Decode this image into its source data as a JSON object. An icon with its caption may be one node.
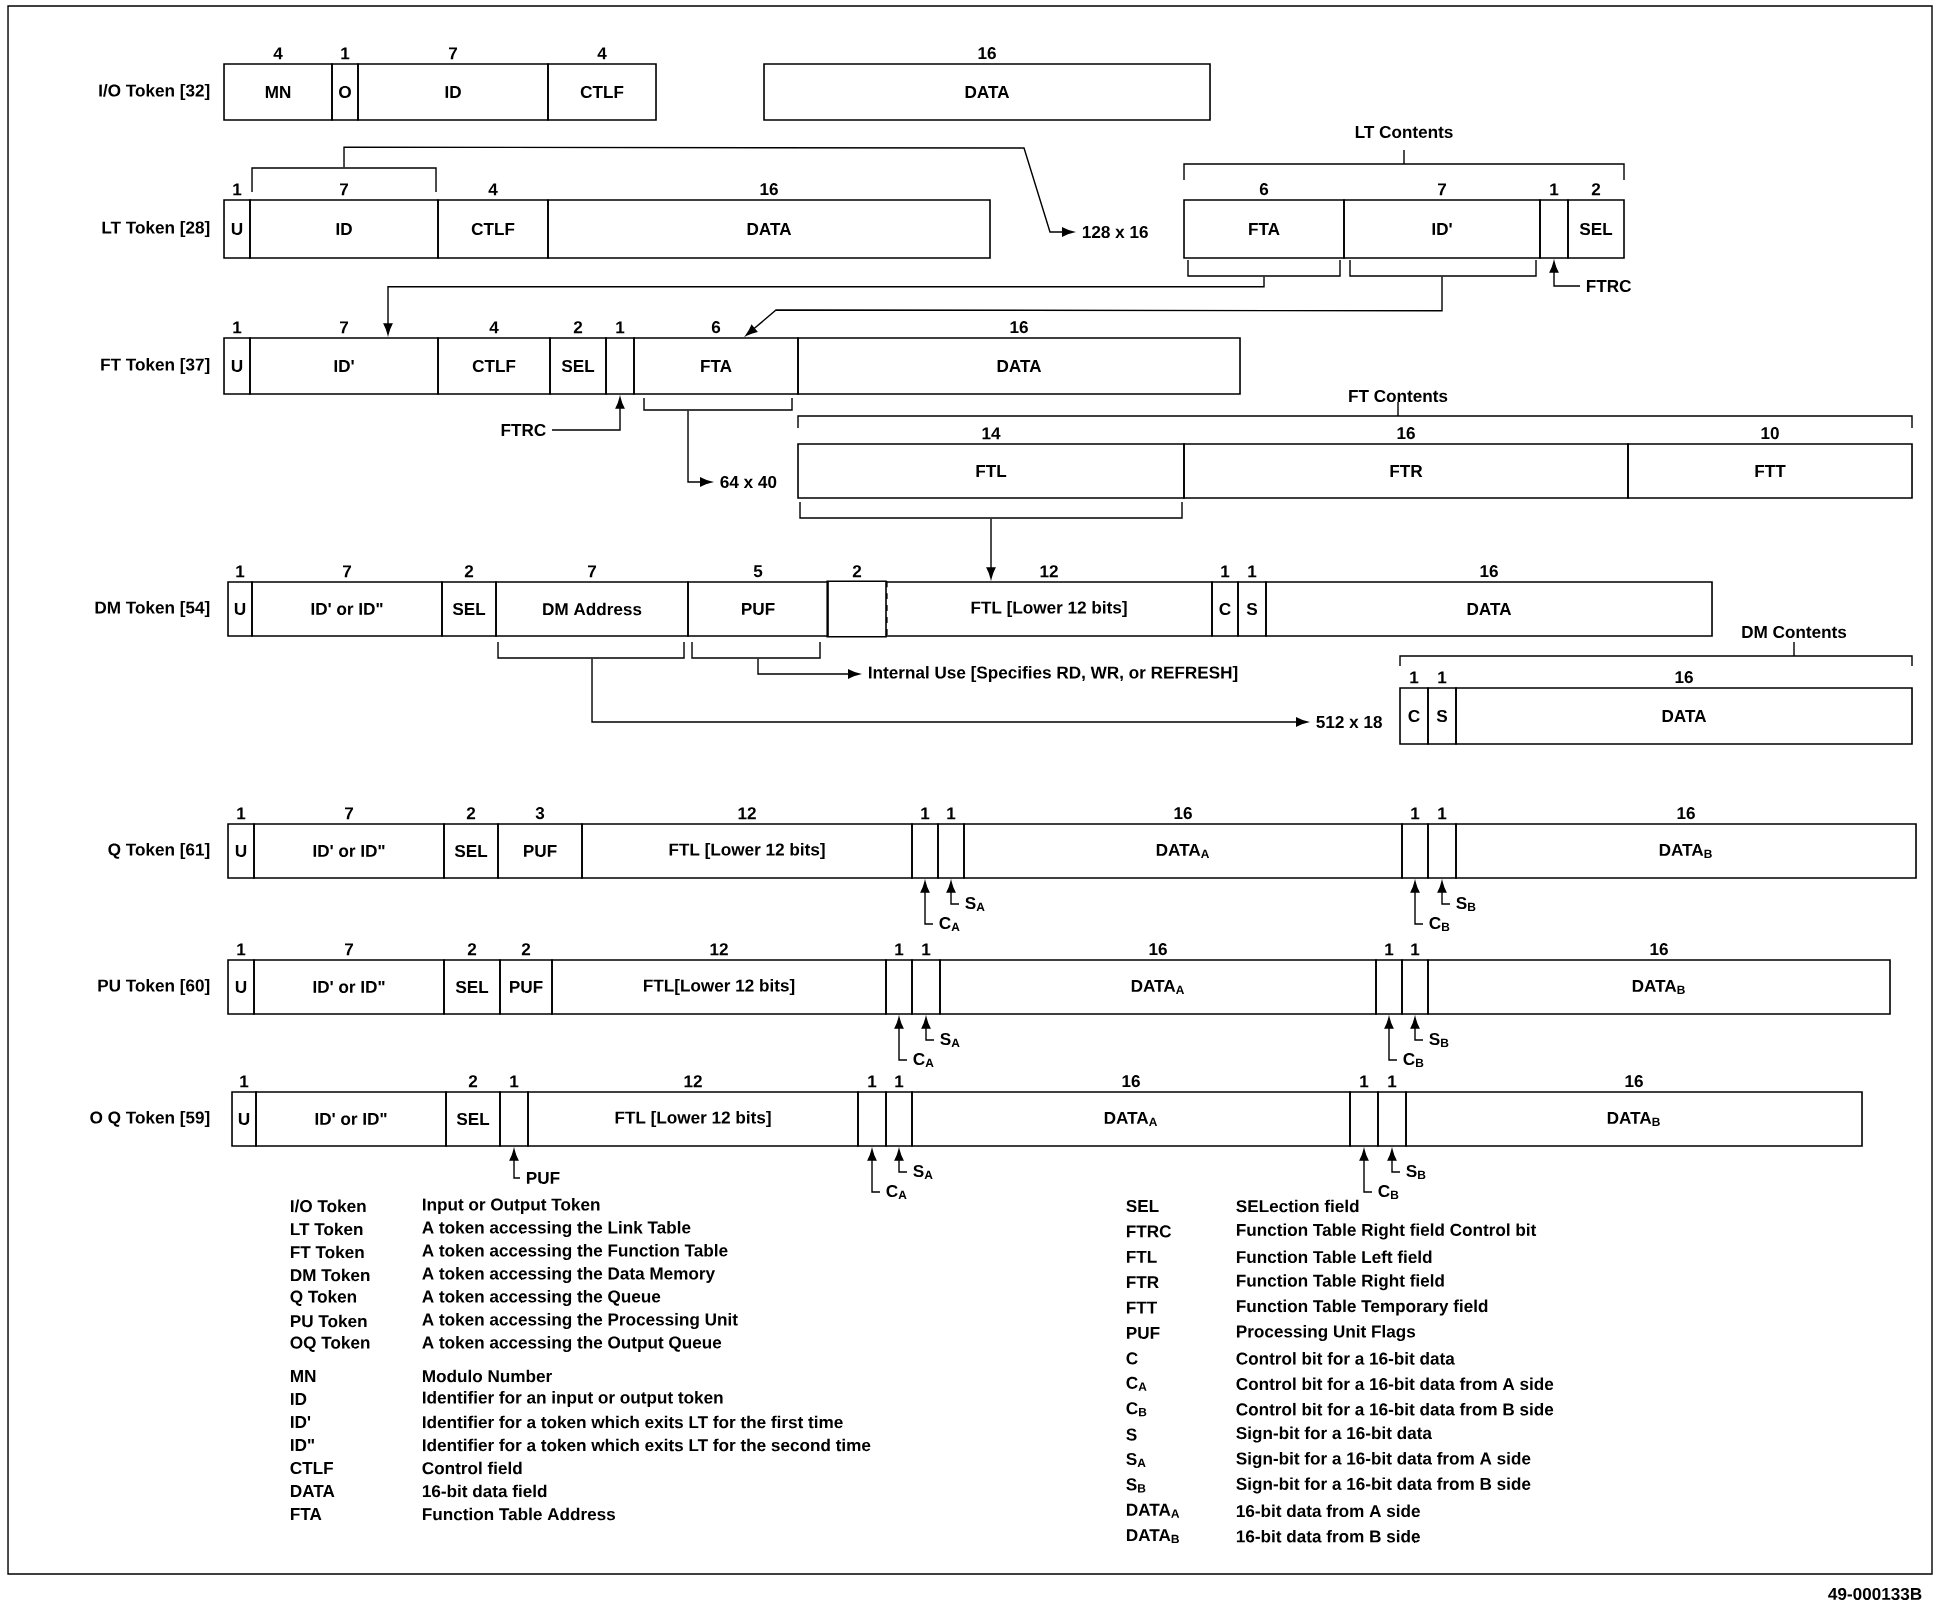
{
  "diagram": {
    "nodes": [
      {
        "text": [
          "MN"
        ],
        "beside": [
          "4"
        ]
      },
      {
        "text": [
          "O"
        ],
        "beside": [
          "1"
        ]
      },
      {
        "text": [
          "ID"
        ],
        "beside": [
          "7"
        ]
      },
      {
        "text": [
          "CTLF"
        ],
        "beside": [
          "4"
        ]
      },
      {
        "text": [
          "DATA"
        ],
        "beside": [
          "16"
        ]
      },
      {
        "text": [
          "U"
        ],
        "beside": [
          "1"
        ]
      },
      {
        "text": [
          "ID"
        ],
        "beside": [
          "7"
        ]
      },
      {
        "text": [
          "CTLF"
        ],
        "beside": [
          "4"
        ]
      },
      {
        "text": [
          "DATA"
        ],
        "beside": [
          "16"
        ]
      },
      {
        "text": [
          "128 x 16"
        ]
      },
      {
        "text": [
          "FTA"
        ],
        "beside": [
          "6"
        ]
      },
      {
        "text": [
          "ID'"
        ],
        "beside": [
          "7"
        ]
      },
      {
        "text": [],
        "shape": "box",
        "beside": [
          "1"
        ]
      },
      {
        "text": [
          "SEL"
        ],
        "beside": [
          "2"
        ]
      },
      {
        "text": [
          "FTRC"
        ]
      },
      {
        "text": [
          "U"
        ],
        "beside": [
          "1"
        ]
      },
      {
        "text": [
          "ID'"
        ],
        "beside": [
          "7"
        ]
      },
      {
        "text": [
          "CTLF"
        ],
        "beside": [
          "4"
        ]
      },
      {
        "text": [
          "SEL"
        ],
        "beside": [
          "2"
        ]
      },
      {
        "text": [],
        "shape": "box",
        "beside": [
          "1"
        ]
      },
      {
        "text": [
          "FTA"
        ],
        "beside": [
          "6"
        ]
      },
      {
        "text": [
          "DATA"
        ],
        "beside": [
          "16"
        ]
      },
      {
        "text": [
          "FTRC"
        ]
      },
      {
        "text": [
          "64 x 40"
        ]
      },
      {
        "text": [
          "FTL"
        ],
        "beside": [
          "14"
        ]
      },
      {
        "text": [
          "FTR"
        ],
        "beside": [
          "16"
        ]
      },
      {
        "text": [
          "FTT"
        ],
        "beside": [
          "10"
        ]
      },
      {
        "text": [
          "U"
        ],
        "beside": [
          "1"
        ]
      },
      {
        "text": [
          "ID' or ID\""
        ],
        "beside": [
          "7"
        ]
      },
      {
        "text": [
          "SEL"
        ],
        "beside": [
          "2"
        ]
      },
      {
        "text": [
          "DM Address"
        ],
        "beside": [
          "7"
        ]
      },
      {
        "text": [
          "PUF"
        ],
        "beside": [
          "5"
        ]
      },
      {
        "text": [],
        "shape": "box",
        "beside": [
          "2"
        ]
      },
      {
        "text": [
          "FTL [Lower 12 bits]"
        ],
        "beside": [
          "12"
        ]
      },
      {
        "text": [
          "C"
        ],
        "beside": [
          "1"
        ]
      },
      {
        "text": [
          "S"
        ],
        "beside": [
          "1"
        ]
      },
      {
        "text": [
          "DATA"
        ],
        "beside": [
          "16"
        ]
      },
      {
        "text": [
          "Internal Use [Specifies RD, WR, or REFRESH]"
        ]
      },
      {
        "text": [
          "512 x 18"
        ]
      },
      {
        "text": [
          "C"
        ],
        "beside": [
          "1"
        ]
      },
      {
        "text": [
          "S"
        ],
        "beside": [
          "1"
        ]
      },
      {
        "text": [
          "DATA"
        ],
        "beside": [
          "16"
        ]
      },
      {
        "text": [
          "U"
        ],
        "beside": [
          "1"
        ]
      },
      {
        "text": [
          "ID' or ID\""
        ],
        "beside": [
          "7"
        ]
      },
      {
        "text": [
          "SEL"
        ],
        "beside": [
          "2"
        ]
      },
      {
        "text": [
          "PUF"
        ],
        "beside": [
          "3"
        ]
      },
      {
        "text": [
          "FTL [Lower 12 bits]"
        ],
        "beside": [
          "12"
        ]
      },
      {
        "text": [],
        "shape": "box",
        "beside": [
          "1"
        ]
      },
      {
        "text": [],
        "shape": "box",
        "beside": [
          "1"
        ]
      },
      {
        "text": [
          "DATA$_{A}$"
        ],
        "beside": [
          "16"
        ]
      },
      {
        "text": [],
        "shape": "box",
        "beside": [
          "1"
        ]
      },
      {
        "text": [],
        "shape": "box",
        "beside": [
          "1"
        ]
      },
      {
        "text": [
          "DATA$_{B}$"
        ],
        "beside": [
          "16"
        ]
      },
      {
        "text": [
          "S$_{A}$"
        ]
      },
      {
        "text": [
          "C$_{A}$"
        ]
      },
      {
        "text": [
          "S$_{B}$"
        ]
      },
      {
        "text": [
          "C$_{B}$"
        ]
      },
      {
        "text": [
          "U"
        ],
        "beside": [
          "1"
        ]
      },
      {
        "text": [
          "ID' or ID\""
        ],
        "beside": [
          "7"
        ]
      },
      {
        "text": [
          "SEL"
        ],
        "beside": [
          "2"
        ]
      },
      {
        "text": [
          "PUF"
        ],
        "beside": [
          "2"
        ]
      },
      {
        "text": [
          "FTL[Lower 12 bits]"
        ],
        "beside": [
          "12"
        ]
      },
      {
        "text": [],
        "shape": "box",
        "beside": [
          "1"
        ]
      },
      {
        "text": [],
        "shape": "box",
        "beside": [
          "1"
        ]
      },
      {
        "text": [
          "DATA$_{A}$"
        ],
        "beside": [
          "16"
        ]
      },
      {
        "text": [],
        "shape": "box",
        "beside": [
          "1"
        ]
      },
      {
        "text": [],
        "shape": "box",
        "beside": [
          "1"
        ]
      },
      {
        "text": [
          "DATA$_{B}$"
        ],
        "beside": [
          "16"
        ]
      },
      {
        "text": [
          "S$_{A}$"
        ]
      },
      {
        "text": [
          "C$_{A}$"
        ]
      },
      {
        "text": [
          "S$_{B}$"
        ]
      },
      {
        "text": [
          "C$_{B}$"
        ]
      },
      {
        "text": [
          "U"
        ],
        "beside": [
          "1"
        ]
      },
      {
        "text": [
          "ID' or ID\""
        ]
      },
      {
        "text": [
          "SEL"
        ],
        "beside": [
          "2"
        ]
      },
      {
        "text": [],
        "shape": "box",
        "beside": [
          "1"
        ]
      },
      {
        "text": [
          "FTL [Lower 12 bits]"
        ],
        "beside": [
          "12"
        ]
      },
      {
        "text": [],
        "shape": "box",
        "beside": [
          "1"
        ]
      },
      {
        "text": [],
        "shape": "box",
        "beside": [
          "1"
        ]
      },
      {
        "text": [
          "DATA$_{A}$"
        ],
        "beside": [
          "16"
        ]
      },
      {
        "text": [],
        "shape": "box",
        "beside": [
          "1"
        ]
      },
      {
        "text": [],
        "shape": "box",
        "beside": [
          "1"
        ]
      },
      {
        "text": [
          "DATA$_{B}$"
        ],
        "beside": [
          "16"
        ]
      },
      {
        "text": [
          "PUF"
        ]
      },
      {
        "text": [
          "S$_{A}$"
        ]
      },
      {
        "text": [
          "C$_{A}$"
        ]
      },
      {
        "text": [
          "S$_{B}$"
        ]
      },
      {
        "text": [
          "C$_{B}$"
        ]
      }
    ],
    "edges": [
      {
        "from": 6,
        "to": 9,
        "arrow": "to"
      },
      {
        "from": 10,
        "to": 16,
        "arrow": "to"
      },
      {
        "from": 11,
        "to": 20,
        "arrow": "to"
      },
      {
        "from": 14,
        "to": 12,
        "arrow": "to"
      },
      {
        "from": 22,
        "to": 19,
        "arrow": "to"
      },
      {
        "from": 20,
        "to": 23,
        "arrow": "to"
      },
      {
        "from": 24,
        "to": 33,
        "arrow": "to"
      },
      {
        "from": 31,
        "to": 37,
        "arrow": "to"
      },
      {
        "from": 30,
        "to": 38,
        "arrow": "to"
      },
      {
        "from": 54,
        "to": 47,
        "arrow": "to"
      },
      {
        "from": 53,
        "to": 48,
        "arrow": "to"
      },
      {
        "from": 56,
        "to": 50,
        "arrow": "to"
      },
      {
        "from": 55,
        "to": 51,
        "arrow": "to"
      },
      {
        "from": 69,
        "to": 62,
        "arrow": "to"
      },
      {
        "from": 68,
        "to": 63,
        "arrow": "to"
      },
      {
        "from": 71,
        "to": 65,
        "arrow": "to"
      },
      {
        "from": 70,
        "to": 66,
        "arrow": "to"
      },
      {
        "from": 83,
        "to": 75,
        "arrow": "to"
      },
      {
        "from": 85,
        "to": 77,
        "arrow": "to"
      },
      {
        "from": 84,
        "to": 78,
        "arrow": "to"
      },
      {
        "from": 87,
        "to": 80,
        "arrow": "to"
      },
      {
        "from": 86,
        "to": 81,
        "arrow": "to"
      }
    ],
    "labels": [
      "I/O Token [32]",
      "LT Token [28]",
      "FT Token [37]",
      "DM Token [54]",
      "Q Token [61]",
      "PU Token [60]",
      "O Q Token [59]",
      "LT Contents",
      "FT Contents",
      "DM Contents",
      "I/O Token",
      "Input or Output Token",
      "LT Token",
      "A token accessing the Link Table",
      "FT Token",
      "A token accessing the Function Table",
      "DM Token",
      "A token accessing the Data Memory",
      "Q Token",
      "A token accessing the Queue",
      "PU Token",
      "A token accessing the Processing Unit",
      "OQ Token",
      "A token accessing the Output Queue",
      "MN",
      "Modulo Number",
      "ID",
      "Identifier for an input or output token",
      "ID'",
      "Identifier for a token which exits LT for the first time",
      "ID\"",
      "Identifier for a token which exits LT for the second time",
      "CTLF",
      "Control field",
      "DATA",
      "16-bit data field",
      "FTA",
      "Function Table Address",
      "SEL",
      "SELection field",
      "FTRC",
      "Function Table Right field Control bit",
      "FTL",
      "Function Table Left field",
      "FTR",
      "Function Table Right field",
      "FTT",
      "Function Table Temporary field",
      "PUF",
      "Processing Unit Flags",
      "C",
      "Control bit for a 16-bit data",
      "C$_{A}$",
      "Control bit for a 16-bit data from A side",
      "C$_{B}$",
      "Control bit for a 16-bit data from B side",
      "S",
      "Sign-bit for a 16-bit data",
      "S$_{A}$",
      "Sign-bit for a 16-bit data from A side",
      "S$_{B}$",
      "Sign-bit for a 16-bit data from B side",
      "DATA$_{A}$",
      "16-bit data from A side",
      "DATA$_{B}$",
      "16-bit data from B side",
      "49-000133B"
    ]
  }
}
